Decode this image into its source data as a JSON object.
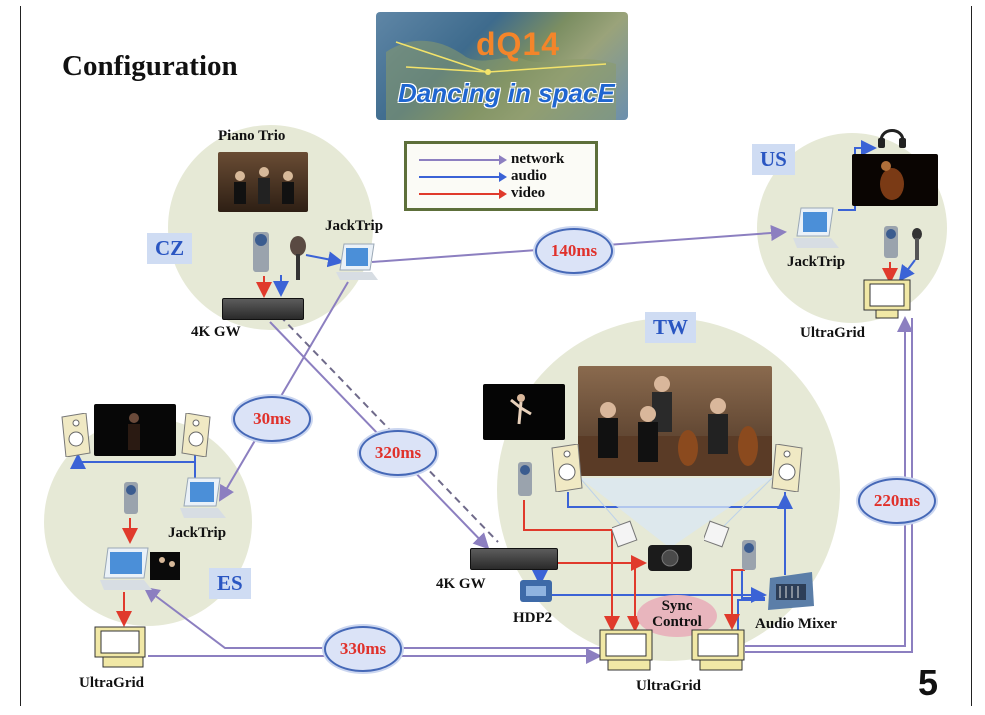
{
  "title": "Configuration",
  "page_number": "5",
  "banner": {
    "logo": "dQ14",
    "subtitle": "Dancing in spacE"
  },
  "legend": {
    "items": [
      {
        "label": "network",
        "color": "#8c7fc0"
      },
      {
        "label": "audio",
        "color": "#3b63d6"
      },
      {
        "label": "video",
        "color": "#e03a2c"
      }
    ]
  },
  "regions": {
    "cz": "CZ",
    "us": "US",
    "tw": "TW",
    "es": "ES"
  },
  "labels": {
    "piano_trio": "Piano Trio",
    "cz_jacktrip": "JackTrip",
    "cz_gw": "4K GW",
    "us_jacktrip": "JackTrip",
    "us_ultragrid": "UltraGrid",
    "es_jacktrip": "JackTrip",
    "es_ultragrid": "UltraGrid",
    "tw_gw": "4K GW",
    "tw_hdp2": "HDP2",
    "tw_ultragrid": "UltraGrid",
    "tw_audio_mixer": "Audio Mixer",
    "sync_line1": "Sync",
    "sync_line2": "Control"
  },
  "latencies": {
    "cz_us": "140ms",
    "cz_es": "30ms",
    "cz_tw": "320ms",
    "tw_us": "220ms",
    "es_tw": "330ms"
  },
  "colors": {
    "network": "#8c7fc0",
    "audio": "#3b63d6",
    "video": "#e03a2c",
    "region_fill": "#e6e9d6",
    "region_label_bg": "#cfdcf3",
    "region_label_text": "#2a56c2",
    "latency_text": "#e0312b"
  }
}
